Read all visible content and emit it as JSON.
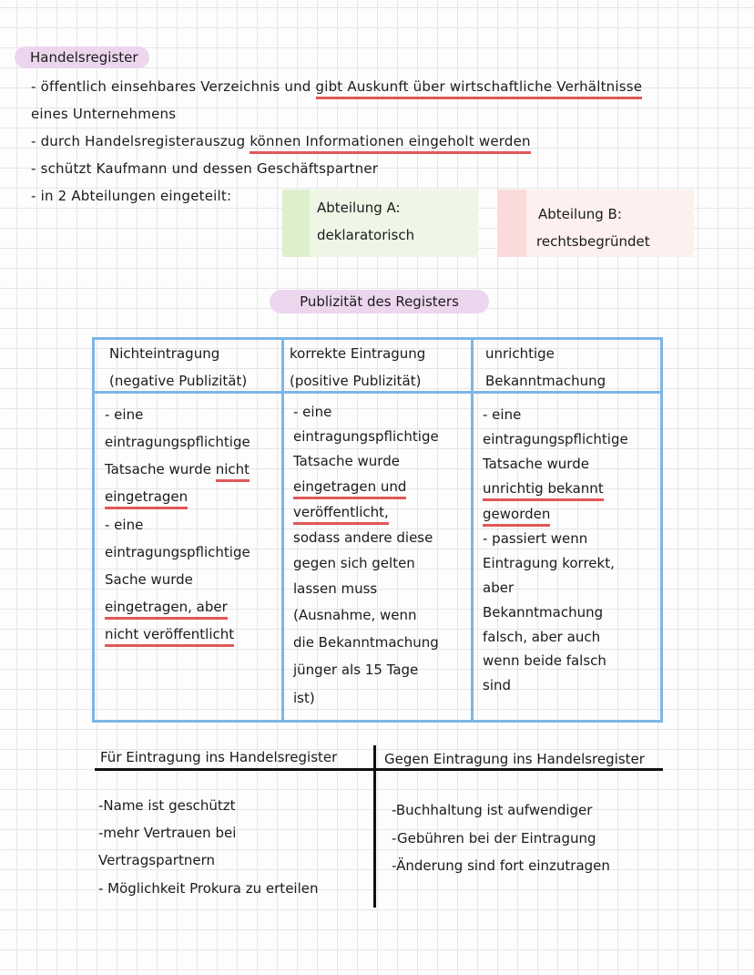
{
  "title": "Handelsregister",
  "intro": {
    "line1_pre": "- öffentlich einsehbares Verzeichnis und ",
    "line1_ul": "gibt Auskunft über wirtschaftliche Verhältnisse",
    "line2": "eines Unternehmens",
    "line3_pre": "- durch Handelsregisterauszug ",
    "line3_ul": "können Informationen eingeholt werden",
    "line4": "- schützt Kaufmann und dessen Geschäftspartner",
    "line5": "- in 2 Abteilungen eingeteilt:"
  },
  "abteilungen": {
    "a_title": "Abteilung A:",
    "a_text": "deklaratorisch",
    "b_title": "Abteilung B:",
    "b_text": "rechtsbegründet",
    "a_color": "#ddf0cc",
    "b_color": "#fbdada"
  },
  "publizitaet": {
    "heading": "Publizität des Registers",
    "col1": {
      "h1": "Nichteintragung",
      "h2": "(negative Publizität)",
      "body": [
        "- eine",
        "eintragungspflichtige",
        "Tatsache wurde ",
        "nicht",
        "eingetragen",
        "- eine",
        "eintragungspflichtige",
        "Sache wurde",
        "eingetragen, aber",
        "nicht veröffentlicht"
      ]
    },
    "col2": {
      "h1": "korrekte Eintragung",
      "h2": "(positive Publizität)",
      "body": [
        "- eine",
        "eintragungspflichtige",
        "Tatsache wurde",
        "eingetragen und",
        "veröffentlicht,",
        "sodass andere diese",
        "gegen sich gelten",
        "lassen muss",
        "(Ausnahme, wenn",
        "die Bekanntmachung",
        "jünger als 15 Tage",
        "ist)"
      ]
    },
    "col3": {
      "h1": "unrichtige",
      "h2": "Bekanntmachung",
      "body": [
        "- eine",
        "eintragungspflichtige",
        "Tatsache wurde",
        "unrichtig bekannt",
        "geworden",
        "- passiert wenn",
        "Eintragung korrekt,",
        "aber",
        "Bekanntmachung",
        "falsch, aber auch",
        "wenn beide falsch",
        "sind"
      ]
    },
    "border_color": "#7db6e8"
  },
  "tchart": {
    "left_head": "Für Eintragung ins Handelsregister",
    "right_head": "Gegen Eintragung ins Handelsregister",
    "left_items": [
      "-Name ist geschützt",
      "-mehr Vertrauen bei",
      "Vertragspartnern",
      "- Möglichkeit Prokura zu erteilen"
    ],
    "right_items": [
      "-Buchhaltung ist aufwendiger",
      "-Gebühren bei der Eintragung",
      "-Änderung sind fort einzutragen"
    ]
  },
  "colors": {
    "highlight_pill": "#ecd6ee",
    "underline": "#e25757"
  }
}
